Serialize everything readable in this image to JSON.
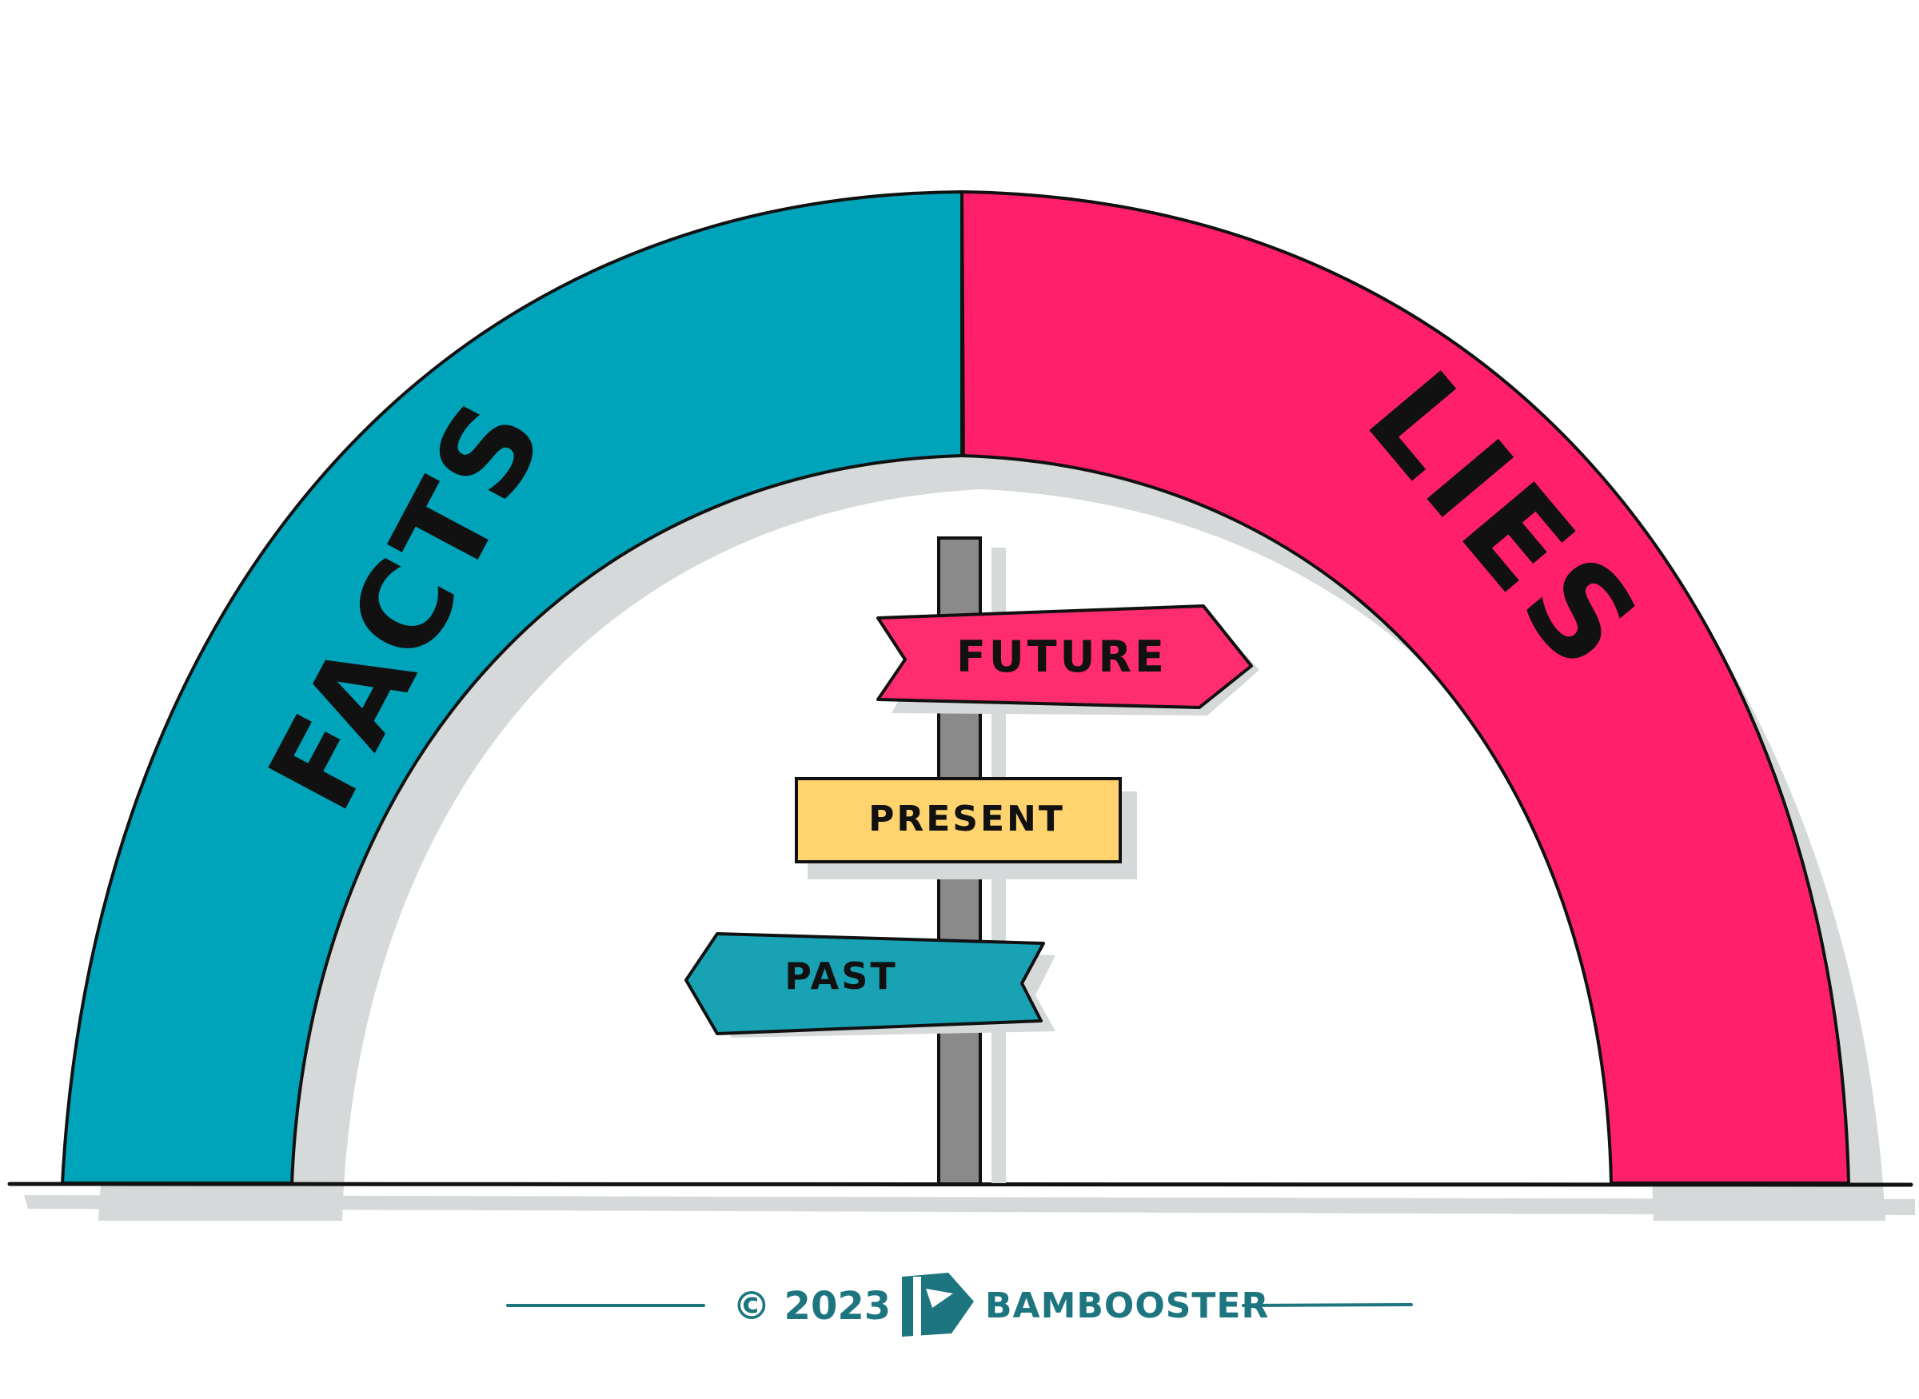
{
  "arch": {
    "left_label": "FACTS",
    "right_label": "LIES",
    "left_color": "#00a4ba",
    "right_color": "#ff1f6a",
    "shadow_color": "#d5d9d9"
  },
  "signpost": {
    "pole_color": "#8a8a8a",
    "signs": [
      {
        "label": "FUTURE",
        "color": "#ff2d6f",
        "direction": "right"
      },
      {
        "label": "PRESENT",
        "color": "#ffd36e",
        "direction": "none"
      },
      {
        "label": "PAST",
        "color": "#18a2b4",
        "direction": "left"
      }
    ]
  },
  "footer": {
    "copyright": "© 2023",
    "brand": "BAMBOOSTER",
    "brand_icon": "bambooster-logo-icon",
    "color": "#1d7580"
  }
}
